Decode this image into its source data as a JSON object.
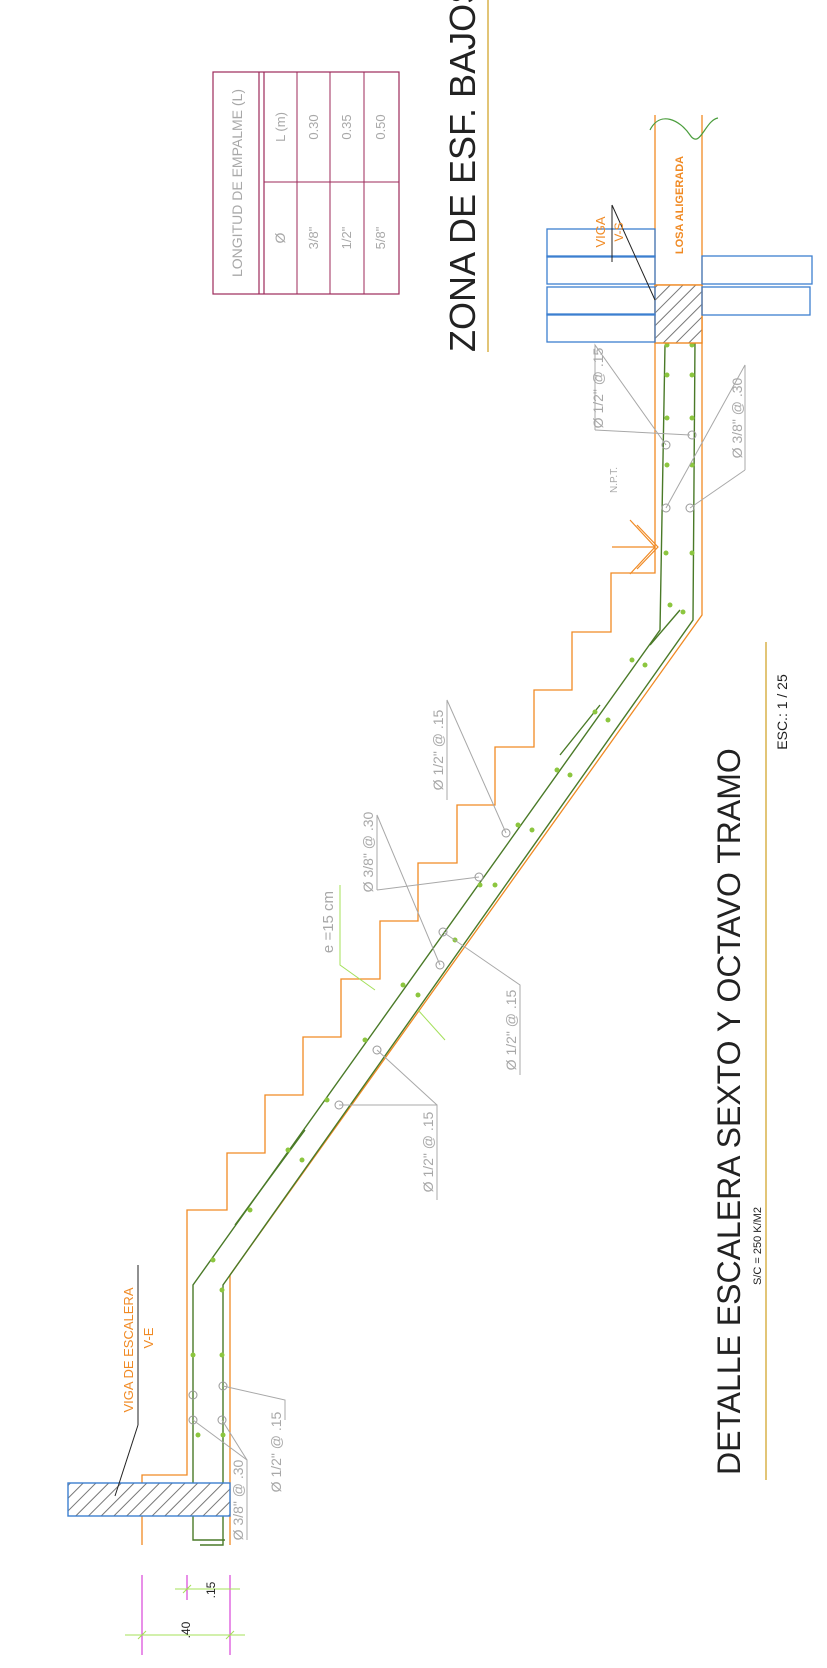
{
  "title": "DETALLE ESCALERA SEXTO Y OCTAVO TRAMO",
  "load_note": "S/C = 250 K/M2",
  "scale": "ESC.: 1 / 25",
  "zone_title": "ZONA DE ESF. BAJOS",
  "splice_table": {
    "title": "LONGITUD DE EMPALME (L)",
    "headers": [
      "Ø",
      "L (m)"
    ],
    "rows": [
      {
        "dia": "3/8\"",
        "length": "0.30"
      },
      {
        "dia": "1/2\"",
        "length": "0.35"
      },
      {
        "dia": "5/8\"",
        "length": "0.50"
      }
    ]
  },
  "labels": {
    "beam_stair": "VIGA DE ESCALERA",
    "beam_stair_code": "V-E",
    "beam_top": "VIGA",
    "beam_top_code": "V-S",
    "slab": "LOSA ALIGERADA",
    "npt": "N.P.T.",
    "thickness": "e =15 cm"
  },
  "rebar_notes": {
    "top_15": "Ø 1/2\" @ .15",
    "top_30": "Ø 3/8\" @ .30",
    "mid_30": "Ø 3/8\" @ .30",
    "mid_15_upper": "Ø 1/2\" @ .15",
    "mid_15_lower": "Ø 1/2\" @ .15",
    "low_15": "Ø 1/2\" @ .15",
    "bottom_15": "Ø 1/2\" @ .15",
    "bottom_30": "Ø 3/8\" @ .30"
  },
  "dimensions": {
    "d40": ".40",
    "d15": ".15"
  },
  "colors": {
    "concrete_outline": "#f08a24",
    "rebar": "#4a7a28",
    "rebar_dots": "#8cc63f",
    "annotation": "#a8a8a8",
    "table_border": "#9c2a5a",
    "beam_section": "#3d7fd0",
    "dimension": "#d21fd2",
    "title_underline": "#d8b24a"
  }
}
